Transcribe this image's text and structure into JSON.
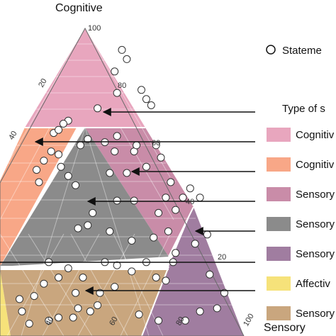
{
  "chart_data": {
    "type": "scatter",
    "subtype": "ternary",
    "axes": {
      "top": "Cognitive",
      "right": "Sensory",
      "left": ""
    },
    "tick_labels": {
      "cognitive": [
        "100",
        "80",
        "60",
        "40",
        "20"
      ],
      "left_side": [
        "20",
        "40"
      ],
      "bottom": [
        "40",
        "60",
        "80",
        "100"
      ]
    },
    "legend": {
      "marker_label": "Stateme",
      "group_title": "Type of s",
      "items": [
        {
          "label": "Cognitiv",
          "color": "#e8a6be"
        },
        {
          "label": "Cognitiv",
          "color": "#f8a787"
        },
        {
          "label": "Sensory",
          "color": "#c98ca8"
        },
        {
          "label": "Sensory",
          "color": "#8b8b8b"
        },
        {
          "label": "Sensory",
          "color": "#a07da0"
        },
        {
          "label": "Affectiv",
          "color": "#f6e27a"
        },
        {
          "label": "Sensory",
          "color": "#c9a67e"
        }
      ]
    },
    "points": [
      {
        "x": 0.5,
        "y": 0.93
      },
      {
        "x": 0.52,
        "y": 0.9
      },
      {
        "x": 0.47,
        "y": 0.86
      },
      {
        "x": 0.58,
        "y": 0.8
      },
      {
        "x": 0.6,
        "y": 0.77
      },
      {
        "x": 0.62,
        "y": 0.75
      },
      {
        "x": 0.48,
        "y": 0.79
      },
      {
        "x": 0.4,
        "y": 0.74
      },
      {
        "x": 0.28,
        "y": 0.7
      },
      {
        "x": 0.26,
        "y": 0.69
      },
      {
        "x": 0.22,
        "y": 0.66
      },
      {
        "x": 0.24,
        "y": 0.67
      },
      {
        "x": 0.36,
        "y": 0.64
      },
      {
        "x": 0.33,
        "y": 0.62
      },
      {
        "x": 0.55,
        "y": 0.6
      },
      {
        "x": 0.48,
        "y": 0.65
      },
      {
        "x": 0.43,
        "y": 0.63
      },
      {
        "x": 0.47,
        "y": 0.6
      },
      {
        "x": 0.56,
        "y": 0.62
      },
      {
        "x": 0.64,
        "y": 0.62
      },
      {
        "x": 0.21,
        "y": 0.6
      },
      {
        "x": 0.18,
        "y": 0.57
      },
      {
        "x": 0.24,
        "y": 0.59
      },
      {
        "x": 0.25,
        "y": 0.55
      },
      {
        "x": 0.15,
        "y": 0.54
      },
      {
        "x": 0.16,
        "y": 0.5
      },
      {
        "x": 0.28,
        "y": 0.52
      },
      {
        "x": 0.31,
        "y": 0.49
      },
      {
        "x": 0.45,
        "y": 0.53
      },
      {
        "x": 0.52,
        "y": 0.53
      },
      {
        "x": 0.6,
        "y": 0.55
      },
      {
        "x": 0.66,
        "y": 0.58
      },
      {
        "x": 0.7,
        "y": 0.5
      },
      {
        "x": 0.78,
        "y": 0.48
      },
      {
        "x": 0.82,
        "y": 0.45
      },
      {
        "x": 0.75,
        "y": 0.45
      },
      {
        "x": 0.68,
        "y": 0.45
      },
      {
        "x": 0.48,
        "y": 0.44
      },
      {
        "x": 0.55,
        "y": 0.44
      },
      {
        "x": 0.65,
        "y": 0.4
      },
      {
        "x": 0.72,
        "y": 0.41
      },
      {
        "x": 0.38,
        "y": 0.4
      },
      {
        "x": 0.36,
        "y": 0.36
      },
      {
        "x": 0.32,
        "y": 0.35
      },
      {
        "x": 0.45,
        "y": 0.34
      },
      {
        "x": 0.54,
        "y": 0.31
      },
      {
        "x": 0.63,
        "y": 0.32
      },
      {
        "x": 0.69,
        "y": 0.34
      },
      {
        "x": 0.85,
        "y": 0.33
      },
      {
        "x": 0.8,
        "y": 0.3
      },
      {
        "x": 0.72,
        "y": 0.27
      },
      {
        "x": 0.71,
        "y": 0.24
      },
      {
        "x": 0.6,
        "y": 0.24
      },
      {
        "x": 0.54,
        "y": 0.21
      },
      {
        "x": 0.64,
        "y": 0.19
      },
      {
        "x": 0.68,
        "y": 0.18
      },
      {
        "x": 0.48,
        "y": 0.23
      },
      {
        "x": 0.43,
        "y": 0.24
      },
      {
        "x": 0.47,
        "y": 0.16
      },
      {
        "x": 0.41,
        "y": 0.14
      },
      {
        "x": 0.4,
        "y": 0.1
      },
      {
        "x": 0.37,
        "y": 0.08
      },
      {
        "x": 0.32,
        "y": 0.09
      },
      {
        "x": 0.3,
        "y": 0.06
      },
      {
        "x": 0.24,
        "y": 0.06
      },
      {
        "x": 0.2,
        "y": 0.05
      },
      {
        "x": 0.12,
        "y": 0.04
      },
      {
        "x": 0.09,
        "y": 0.08
      },
      {
        "x": 0.08,
        "y": 0.12
      },
      {
        "x": 0.14,
        "y": 0.13
      },
      {
        "x": 0.18,
        "y": 0.17
      },
      {
        "x": 0.24,
        "y": 0.19
      },
      {
        "x": 0.31,
        "y": 0.14
      },
      {
        "x": 0.34,
        "y": 0.19
      },
      {
        "x": 0.28,
        "y": 0.22
      },
      {
        "x": 0.2,
        "y": 0.24
      },
      {
        "x": 0.86,
        "y": 0.2
      },
      {
        "x": 0.92,
        "y": 0.14
      },
      {
        "x": 0.89,
        "y": 0.09
      },
      {
        "x": 0.82,
        "y": 0.08
      },
      {
        "x": 0.76,
        "y": 0.05
      },
      {
        "x": 0.65,
        "y": 0.05
      },
      {
        "x": 0.57,
        "y": 0.07
      }
    ]
  }
}
